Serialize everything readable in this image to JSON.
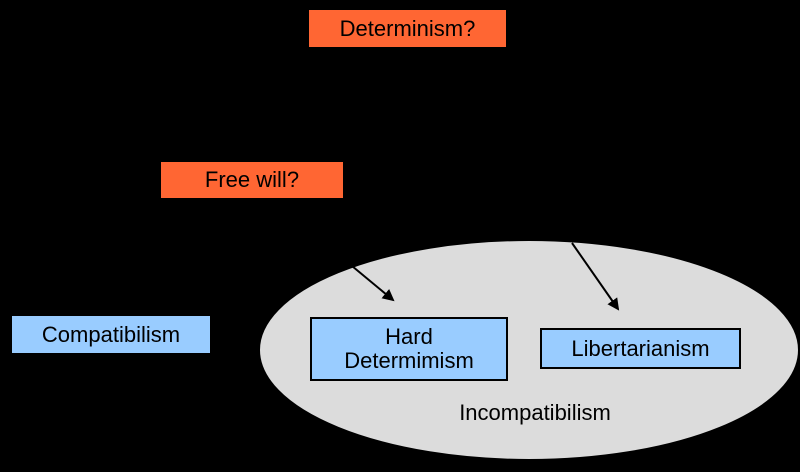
{
  "nodes": {
    "determinism": {
      "label": "Determinism?"
    },
    "free_will": {
      "label": "Free will?"
    },
    "compatibilism": {
      "label": "Compatibilism"
    },
    "hard_determinism": {
      "line1": "Hard",
      "line2": "Determimism"
    },
    "libertarianism": {
      "label": "Libertarianism"
    },
    "incompatibilism": {
      "label": "Incompatibilism"
    }
  },
  "colors": {
    "background": "#000000",
    "question_box": "#ff6633",
    "position_box": "#99ccff",
    "region_fill": "#dcdcdc",
    "outline": "#000000"
  }
}
